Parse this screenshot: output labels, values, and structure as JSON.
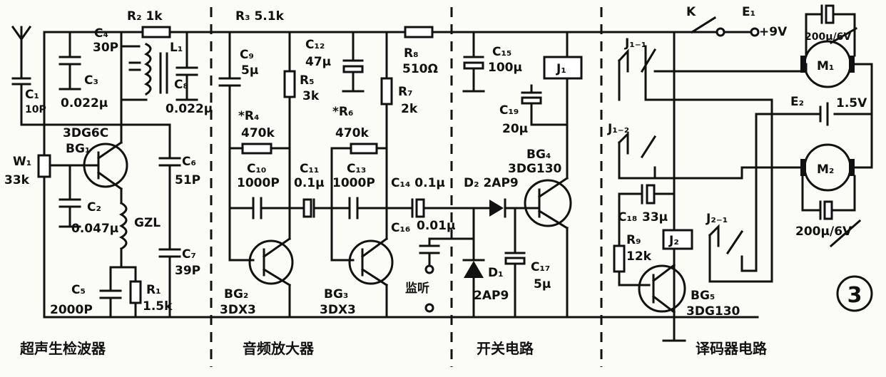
{
  "figure_number": "3",
  "sections": {
    "detector": "超声生检波器",
    "amplifier": "音频放大器",
    "switch": "开关电路",
    "decoder": "译码器电路"
  },
  "labels": {
    "R2": "R₂ 1k",
    "R3": "R₃ 5.1k",
    "C4": "C₄",
    "C4v": "30P",
    "L1": "L₁",
    "C3": "C₃",
    "C3v": "0.022μ",
    "C8": "C₈",
    "C8v": "0.022μ",
    "C1": "C₁",
    "C1v": "10P",
    "T1": "3DG6C",
    "BG1": "BG₁",
    "W1": "W₁",
    "W1v": "33k",
    "C2": "C₂",
    "C2v": "0.047μ",
    "GZL": "GZL",
    "C6": "C₆",
    "C6v": "51P",
    "C7": "C₇",
    "C7v": "39P",
    "C5": "C₅",
    "C5v": "2000P",
    "R1": "R₁",
    "R1v": "1.5k",
    "C9": "C₉",
    "C9v": "5μ",
    "R5": "R₅",
    "R5v": "3k",
    "R4": "*R₄",
    "R4v": "470k",
    "C12": "C₁₂",
    "C12v": "47μ",
    "R6": "*R₆",
    "R6v": "470k",
    "R8": "R₈",
    "R8v": "510Ω",
    "R7": "R₇",
    "R7v": "2k",
    "C10": "C₁₀",
    "C10v": "1000P",
    "C11": "C₁₁",
    "C11v": "0.1μ",
    "C13": "C₁₃",
    "C13v": "1000P",
    "C14": "C₁₄ 0.1μ",
    "BG2": "BG₂",
    "BG2t": "3DX3",
    "BG3": "BG₃",
    "BG3t": "3DX3",
    "C16": "C₁₆",
    "C16v": "0.01μ",
    "monitor": "监听",
    "C15": "C₁₅",
    "C15v": "100μ",
    "J1": "J₁",
    "C19": "C₁₉",
    "C19v": "20μ",
    "BG4": "BG₄",
    "BG4t": "3DG130",
    "D2": "D₂ 2AP9",
    "D1": "D₁",
    "D1t": "2AP9",
    "C17": "C₁₇",
    "C17v": "5μ",
    "K": "K",
    "E1": "E₁",
    "E1v": "+9V",
    "J11": "J₁₋₁",
    "J12": "J₁₋₂",
    "J21": "J₂₋₁",
    "J2": "J₂",
    "C18": "C₁₈",
    "C18v": "33μ",
    "R9": "R₉",
    "R9v": "12k",
    "BG5": "BG₅",
    "BG5t": "3DG130",
    "M1": "M₁",
    "C200a": "200μ/6V",
    "E2": "E₂",
    "E2v": "1.5V",
    "M2": "M₂",
    "C200b": "200μ/6V"
  }
}
